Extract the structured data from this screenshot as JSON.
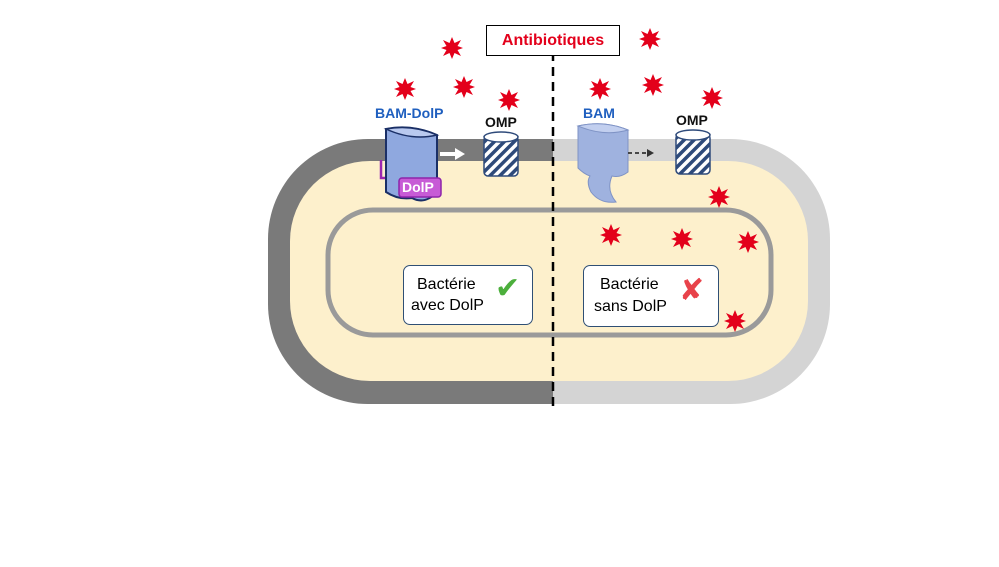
{
  "title": "Antibiotiques",
  "labels": {
    "bam_dolp": "BAM-DolP",
    "omp_left": "OMP",
    "bam": "BAM",
    "omp_right": "OMP",
    "dolp_tag": "DolP"
  },
  "boxes": {
    "with_line1": "Bactérie",
    "with_line2": "avec DolP",
    "without_line1": "Bactérie",
    "without_line2": "sans DolP"
  },
  "icons": {
    "check": "check-icon",
    "cross": "cross-icon",
    "antibiotic": "antibiotic-star-icon"
  },
  "colors": {
    "antibiotic": "#e3001b",
    "bam": "#8fa8df",
    "dolp": "#c75bd6",
    "periplasm": "#fdf0cc",
    "outer_membrane_left": "#7a7a7a",
    "outer_membrane_right": "#d4d4d4",
    "inner_membrane": "#9a9a9a",
    "check": "#4caf3c",
    "cross": "#e8424a",
    "title": "#e3001b"
  }
}
